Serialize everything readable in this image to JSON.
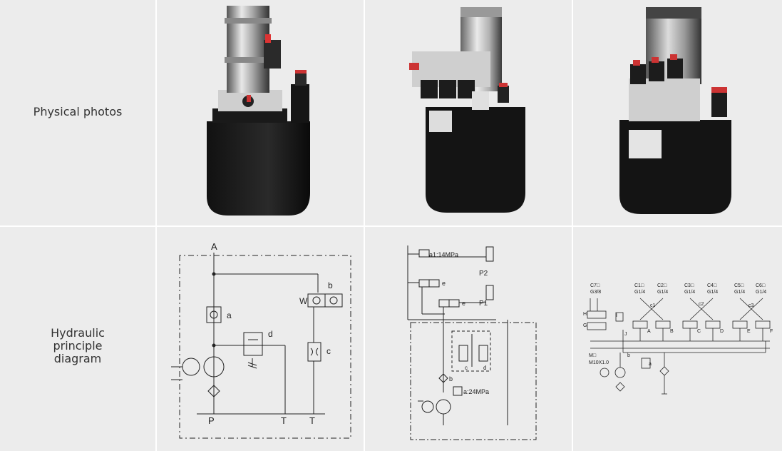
{
  "rows": [
    {
      "label": "Physical photos"
    },
    {
      "label": "Hydraulic principle diagram"
    }
  ],
  "diagram1": {
    "A": "A",
    "P": "P",
    "T1": "T",
    "T2": "T",
    "a": "a",
    "b": "b",
    "c": "c",
    "d": "d",
    "W": "W"
  },
  "diagram2": {
    "a1": "a1:14MPa",
    "a": "a:24MPa",
    "P2": "P2",
    "P1": "P1",
    "e1": "e",
    "e2": "e",
    "b": "b",
    "c": "c",
    "d": "d"
  },
  "diagram3": {
    "ports": [
      {
        "name": "C7□",
        "size": "G3/8"
      },
      {
        "name": "C1□",
        "size": "G1/4"
      },
      {
        "name": "C2□",
        "size": "G1/4"
      },
      {
        "name": "C3□",
        "size": "G1/4"
      },
      {
        "name": "C4□",
        "size": "G1/4"
      },
      {
        "name": "C5□",
        "size": "G1/4"
      },
      {
        "name": "C6□",
        "size": "G1/4"
      }
    ],
    "c1": "c1",
    "c2": "c2",
    "c3": "c3",
    "H": "H",
    "G": "G",
    "I": "I",
    "J": "J",
    "A": "A",
    "B": "B",
    "C": "C",
    "D": "D",
    "E": "E",
    "F": "F",
    "M": "M□",
    "M2": "M10X1.0",
    "a": "a",
    "b": "b"
  }
}
